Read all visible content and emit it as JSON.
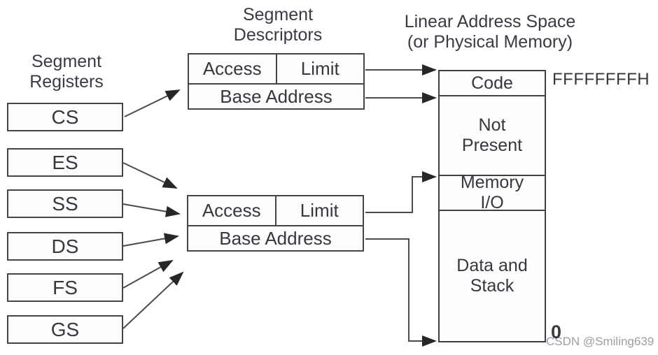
{
  "headings": {
    "segment_registers": {
      "line1": "Segment",
      "line2": "Registers"
    },
    "segment_descriptors": {
      "line1": "Segment",
      "line2": "Descriptors"
    },
    "linear_address_space": {
      "line1": "Linear Address Space",
      "line2": "(or Physical Memory)"
    }
  },
  "segment_registers": [
    "CS",
    "ES",
    "SS",
    "DS",
    "FS",
    "GS"
  ],
  "segment_descriptors": [
    {
      "access": "Access",
      "limit": "Limit",
      "base_address": "Base Address"
    },
    {
      "access": "Access",
      "limit": "Limit",
      "base_address": "Base Address"
    }
  ],
  "memory_map": {
    "sections": [
      {
        "label": "Code"
      },
      {
        "label": "Not Present"
      },
      {
        "label": "Memory I/O"
      },
      {
        "label": "Data and Stack"
      }
    ],
    "top_address": "FFFFFFFFH",
    "bottom_address": "0"
  },
  "watermark": "CSDN @Smiling639",
  "colors": {
    "background": "#ffffff",
    "text": "#37373f",
    "border": "#44444a",
    "arrow_line": "#4a4a4f",
    "arrow_head": "#26262b",
    "watermark": "#9d9da4"
  }
}
